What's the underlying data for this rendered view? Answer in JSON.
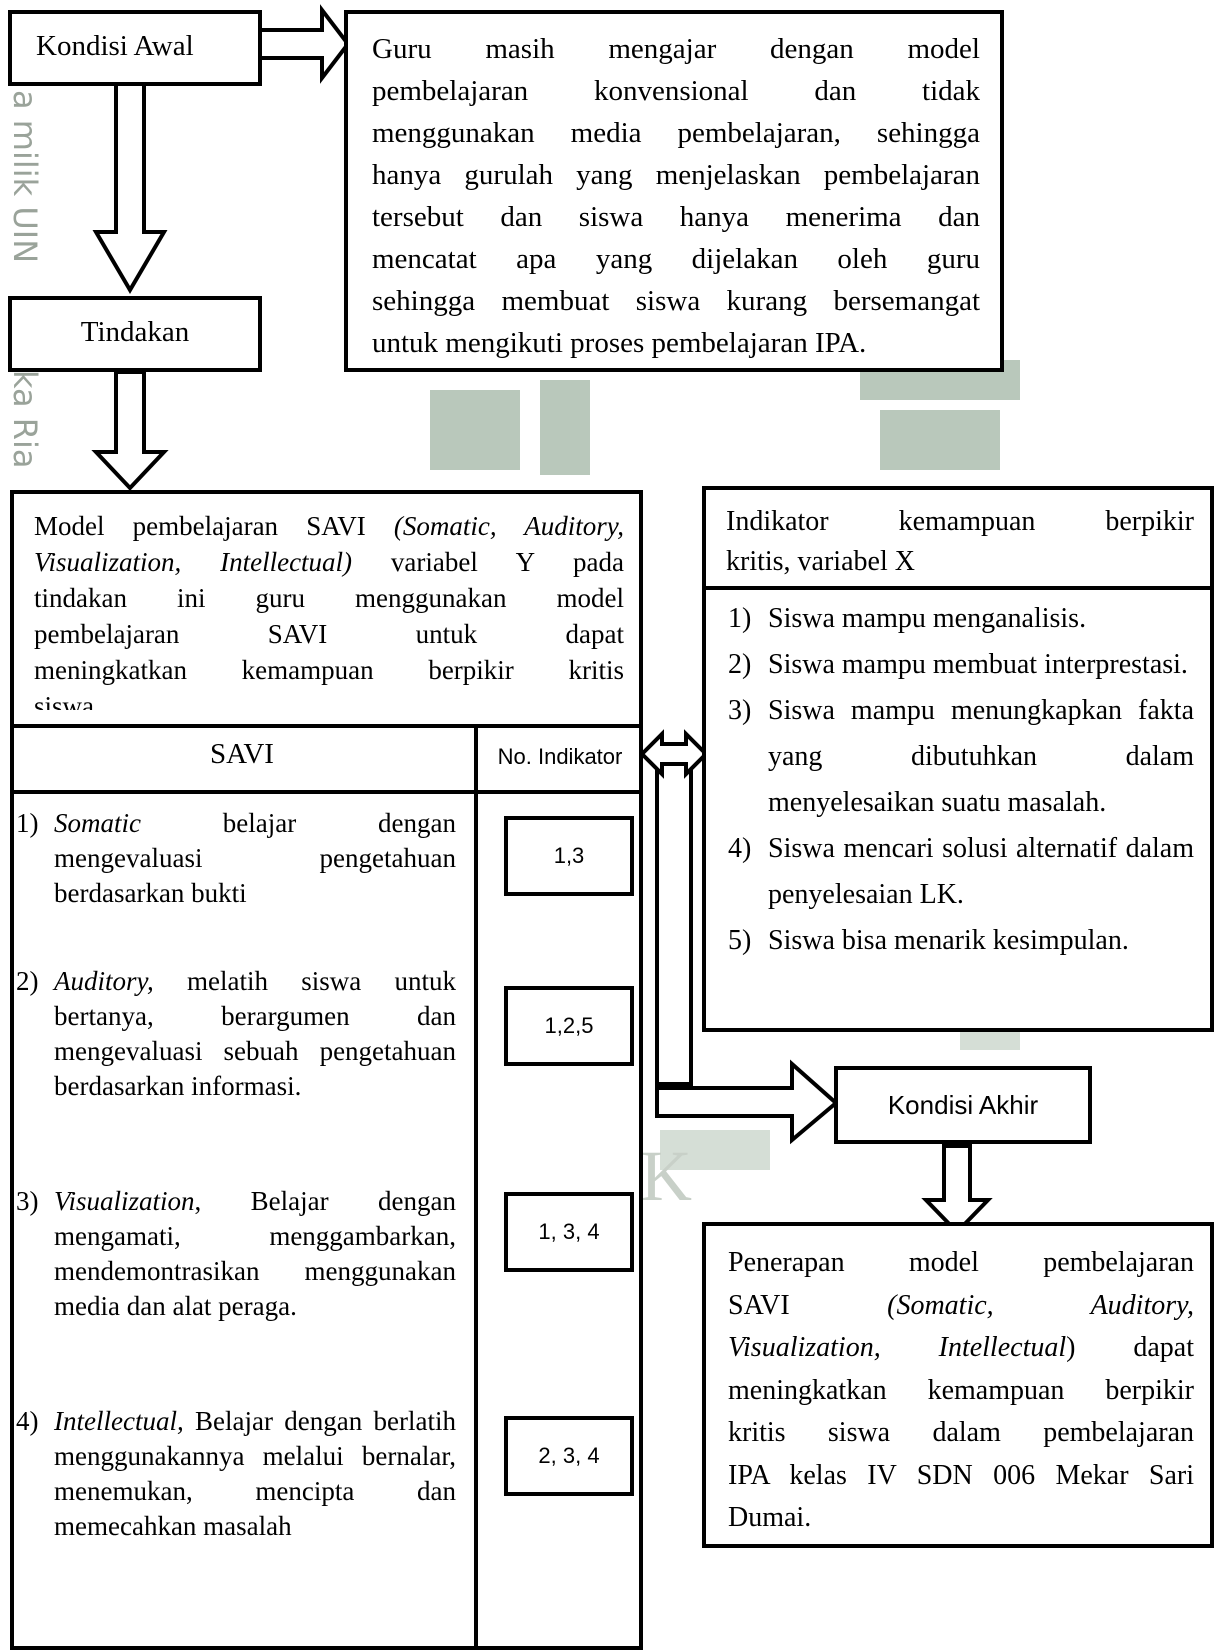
{
  "kondisi_awal": {
    "label": "Kondisi Awal"
  },
  "awal_desc": {
    "lines": [
      "Guru masih mengajar dengan model",
      "pembelajaran konvensional dan tidak",
      "menggunakan media pembelajaran, sehingga",
      "hanya gurulah yang menjelaskan pembelajaran",
      "tersebut dan siswa hanya menerima dan",
      "mencatat apa yang dijelakan oleh guru",
      "sehingga membuat siswa kurang bersemangat"
    ],
    "last_line": "untuk mengikuti proses pembelajaran IPA."
  },
  "tindakan": {
    "label": "Tindakan"
  },
  "model_desc": {
    "l1_a": "Model pembelajaran SAVI ",
    "l1_b": "(Somatic, Auditory,",
    "l2_a": "Visualization, Intellectual)",
    "l2_b": " variabel Y pada",
    "l3": "tindakan ini guru menggunakan model",
    "l4": "pembelajaran SAVI untuk dapat",
    "l5": "meningkatkan kemampuan berpikir kritis",
    "l6": "siswa."
  },
  "table": {
    "header_savi": "SAVI",
    "header_no": "No. Indikator",
    "rows": [
      {
        "num": "1)",
        "term": "Somatic",
        "rest": " belajar dengan mengevaluasi pengetahuan berdasarkan bukti",
        "indicator": "1,3"
      },
      {
        "num": "2)",
        "term": "Auditory,",
        "rest": " melatih siswa untuk bertanya, berargumen dan mengevaluasi sebuah pengetahuan berdasarkan informasi.",
        "indicator": "1,2,5"
      },
      {
        "num": "3)",
        "term": "Visualization",
        "rest": ", Belajar dengan mengamati, menggambarkan, mendemontrasikan menggunakan media dan alat peraga.",
        "indicator": "1, 3, 4"
      },
      {
        "num": "4)",
        "term": "Intellectual,",
        "rest": " Belajar dengan berlatih menggunakannya melalui bernalar, menemukan, mencipta dan memecahkan masalah",
        "indicator": "2, 3, 4"
      }
    ]
  },
  "indikator": {
    "title_l1": "Indikator kemampuan berpikir",
    "title_l2": "kritis, variabel X",
    "items": [
      {
        "num": "1)",
        "text": "Siswa mampu menganalisis."
      },
      {
        "num": "2)",
        "text": "Siswa mampu membuat interprestasi."
      },
      {
        "num": "3)",
        "text": "Siswa mampu menungkapkan fakta yang dibutuhkan dalam menyelesaikan suatu masalah."
      },
      {
        "num": "4)",
        "text": "Siswa mencari solusi alternatif dalam penyelesaian LK."
      },
      {
        "num": "5)",
        "text": "Siswa bisa menarik kesimpulan."
      }
    ]
  },
  "kondisi_akhir": {
    "label": "Kondisi Akhir"
  },
  "akhir_desc": {
    "l1": "Penerapan model pembelajaran",
    "l2_a": "SAVI ",
    "l2_b": "(Somatic, Auditory,",
    "l3_a": "Visualization, Intellectual",
    "l3_b": ") dapat",
    "l4": "meningkatkan kemampuan berpikir",
    "l5": "kritis siswa dalam pembelajaran",
    "l6": "IPA kelas IV SDN 006 Mekar Sari",
    "l7": "Dumai."
  },
  "watermark": {
    "side_text": "a milik UIN",
    "side_text2": "ka Ria",
    "letters": "SK"
  }
}
